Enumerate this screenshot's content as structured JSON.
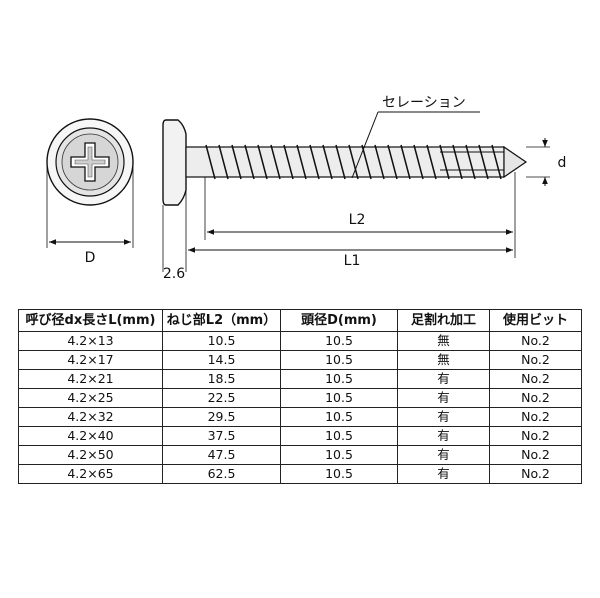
{
  "diagram": {
    "callout_label": "セレーション",
    "dim_D": "D",
    "dim_d": "d",
    "dim_L1": "L1",
    "dim_L2": "L2",
    "dim_head_thickness": "2.6"
  },
  "table": {
    "headers": [
      "呼び径dx長さL(mm)",
      "ねじ部L2（mm）",
      "頭径D(mm)",
      "足割れ加工",
      "使用ビット"
    ],
    "rows": [
      [
        "4.2×13",
        "10.5",
        "10.5",
        "無",
        "No.2"
      ],
      [
        "4.2×17",
        "14.5",
        "10.5",
        "無",
        "No.2"
      ],
      [
        "4.2×21",
        "18.5",
        "10.5",
        "有",
        "No.2"
      ],
      [
        "4.2×25",
        "22.5",
        "10.5",
        "有",
        "No.2"
      ],
      [
        "4.2×32",
        "29.5",
        "10.5",
        "有",
        "No.2"
      ],
      [
        "4.2×40",
        "37.5",
        "10.5",
        "有",
        "No.2"
      ],
      [
        "4.2×50",
        "47.5",
        "10.5",
        "有",
        "No.2"
      ],
      [
        "4.2×65",
        "62.5",
        "10.5",
        "有",
        "No.2"
      ]
    ]
  }
}
